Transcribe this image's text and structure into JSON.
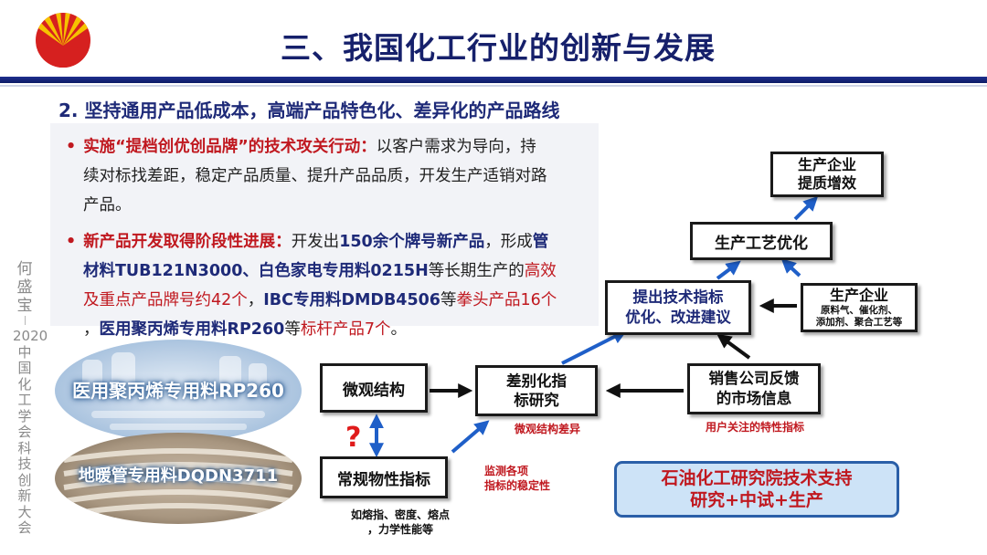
{
  "header": {
    "title": "三、我国化工行业的创新与发展"
  },
  "section": {
    "subtitle": "2. 坚持通用产品低成本，高端产品特色化、差异化的产品路线"
  },
  "bullets": {
    "b1_red": "实施“提档创优创品牌”的技术攻关行动：",
    "b1_text1": "以客户需求为导向，持",
    "b1_text2": "续对标找差距，稳定产品质量、提升产品品质，开发生产适销对路",
    "b1_text3": "产品。",
    "b2_red": "新产品开发取得阶段性进展：",
    "b2_t1": "开发出",
    "b2_b1": "150余个牌号新产品",
    "b2_t2": "，形成",
    "b2_b2": "管",
    "b2_b3": "材料TUB121N3000、白色家电专用料0215H",
    "b2_t3": "等长期生产的",
    "b2_r1": "高效",
    "b2_r2": "及重点产品牌号约42个",
    "b2_t4": "，",
    "b2_b4": "IBC专用料DMDB4506",
    "b2_t5": "等",
    "b2_r3": "拳头产品16个",
    "b2_t6": "，",
    "b2_b5": "医用聚丙烯专用料RP260",
    "b2_t7": "等",
    "b2_r4": "标杆产品7个",
    "b2_t8": "。"
  },
  "side": {
    "presenter": "何盛宝",
    "event": "2020中国化工学会科技创新大会"
  },
  "images": {
    "img1_label": "医用聚丙烯专用料RP260",
    "img2_label": "地暖管专用料DQDN3711"
  },
  "diagram": {
    "micro": "微观结构",
    "conventional": "常规物性指标",
    "diff_l1": "差别化指",
    "diff_l2": "标研究",
    "feedback_l1": "销售公司反馈",
    "feedback_l2": "的市场信息",
    "propose_l1": "提出技术指标",
    "propose_l2": "优化、改进建议",
    "process": "生产工艺优化",
    "quality_l1": "生产企业",
    "quality_l2": "提质增效",
    "enterprise_title": "生产企业",
    "enterprise_sub1": "原料气、催化剂、",
    "enterprise_sub2": "添加剂、聚合工艺等",
    "note_micro": "微观结构差异",
    "note_user": "用户关注的特性指标",
    "note_monitor1": "监测各项",
    "note_monitor2": "指标的稳定性",
    "note_props1": "如熔指、密度、熔点",
    "note_props2": "，力学性能等",
    "question": "?",
    "support_l1": "石油化工研究院技术支持",
    "support_l2": "研究+中试+生产"
  },
  "colors": {
    "title_blue": "#16206b",
    "accent_red": "#c0181f",
    "arrow_blue": "#1f5fc8",
    "support_fill": "#cde3f7"
  }
}
